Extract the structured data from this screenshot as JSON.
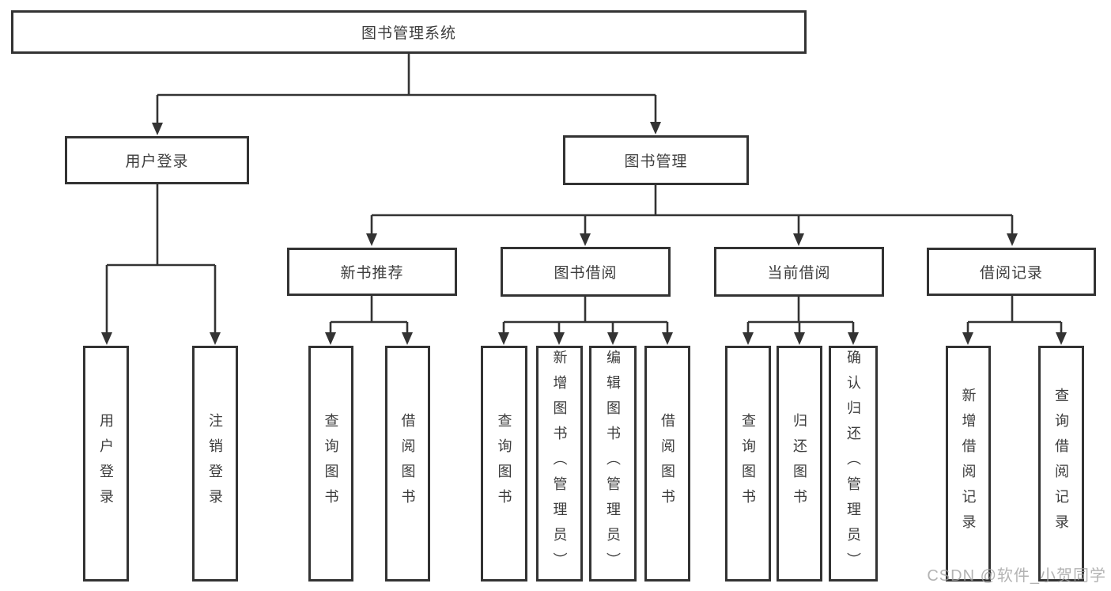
{
  "title": "图书管理系统",
  "watermark": {
    "text": "CSDN @软件_小贺同学"
  },
  "colors": {
    "line": "#333333",
    "box_border": "#333333",
    "box_fill": "#ffffff",
    "text": "#3d3d3d",
    "watermark": "#a0a0a0"
  },
  "tree": {
    "label": "图书管理系统",
    "children": [
      {
        "label": "用户登录",
        "children": [
          {
            "label": "用户登录"
          },
          {
            "label": "注销登录"
          }
        ]
      },
      {
        "label": "图书管理",
        "children": [
          {
            "label": "新书推荐",
            "children": [
              {
                "label": "查询图书"
              },
              {
                "label": "借阅图书"
              }
            ]
          },
          {
            "label": "图书借阅",
            "children": [
              {
                "label": "查询图书"
              },
              {
                "label": "新增图书（管理员）"
              },
              {
                "label": "编辑图书（管理员）"
              },
              {
                "label": "借阅图书"
              }
            ]
          },
          {
            "label": "当前借阅",
            "children": [
              {
                "label": "查询图书"
              },
              {
                "label": "归还图书"
              },
              {
                "label": "确认归还（管理员）"
              }
            ]
          },
          {
            "label": "借阅记录",
            "children": [
              {
                "label": "新增借阅记录"
              },
              {
                "label": "查询借阅记录"
              }
            ]
          }
        ]
      }
    ]
  }
}
